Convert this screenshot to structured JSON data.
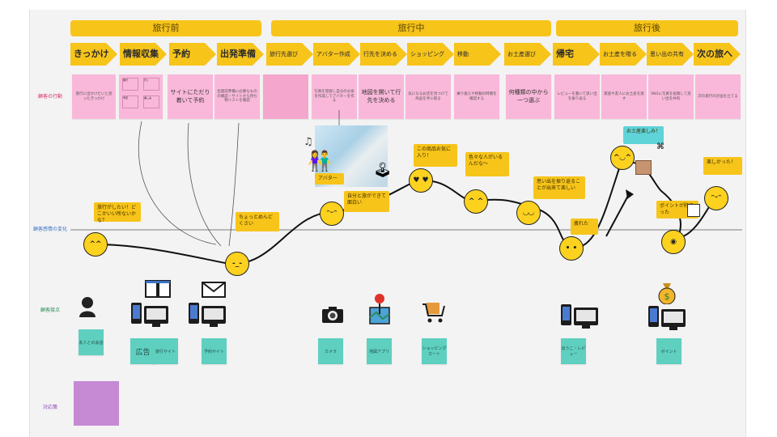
{
  "phases": [
    "旅行前",
    "旅行中",
    "旅行後"
  ],
  "steps": [
    "きっかけ",
    "情報収集",
    "予約",
    "出発準備",
    "旅行先選び",
    "アバター作成",
    "行先を決める",
    "ショッピング",
    "移動",
    "お土産選び",
    "帰宅",
    "お土産を贈る",
    "思い出の共有",
    "次の旅へ"
  ],
  "row_labels": {
    "actions": "顧客の行動",
    "emotion": "顧客感情の変化",
    "touchpoints": "顧客接点",
    "response": "対応策"
  },
  "action_notes": [
    "旅行に出かけたいと思ったきっかけ",
    "",
    "サイトにただり着いて予約",
    "出発前準備に必要なものの確認・サイトから持ち物リストを確認",
    "",
    "写真を登録し自分の分身を作成してアバターを作る",
    "地図を開いて行先を決める",
    "気になるお店を見つけて商品を手に取る",
    "乗り換えや移動の時間を確認する",
    "何種類の中から一つ選ぶ",
    "レビューを書いて思い出を振り返る",
    "家族や友人にお土産を渡す",
    "SNSに写真を投稿して思い出を共有",
    "次の旅行の計画を立てる"
  ],
  "mini_notes": [
    "旅行",
    "行く",
    "予定",
    "楽しみ"
  ],
  "speech_bubbles": {
    "b1": "旅行がしたい！どこかいい所ないかな？",
    "b2": "ちょっとめんどくさい",
    "b3": "自分と旅ができて面白い",
    "b4": "この商品お気に入り！",
    "b5": "色々な人がいるんだな〜",
    "b6": "思い出を振り返ることが出来て楽しい",
    "b7": "疲れた",
    "b8": "お土産楽しみ！",
    "b9": "ポイントが貯まった",
    "b10": "楽しかった！"
  },
  "avatar_label": "アバター",
  "touchpoint_notes": [
    "友人との会話",
    "広告",
    "旅行サイト",
    "予約サイト",
    "カメラ",
    "地図アプリ",
    "ショッピングカート",
    "ほうこ・レビュー",
    "ポイント"
  ],
  "colors": {
    "sticky_yellow": "#f7c41a",
    "sticky_pink": "#f9b8d9",
    "sticky_teal": "#5fd0c0",
    "sticky_purple": "#c58ad3",
    "label_red": "#d8316e",
    "label_blue": "#3b74c8",
    "label_green": "#2e8b57",
    "label_purple": "#8a3fb8"
  },
  "icons": [
    "person-speaking-icon",
    "book-icon",
    "envelope-icon",
    "phone-icon",
    "computer-icon",
    "camera-icon",
    "map-pin-icon",
    "shopping-cart-icon",
    "money-bag-icon",
    "gift-box-icon",
    "hiking-couple-icon",
    "joystick-icon",
    "musical-notes-icon"
  ]
}
